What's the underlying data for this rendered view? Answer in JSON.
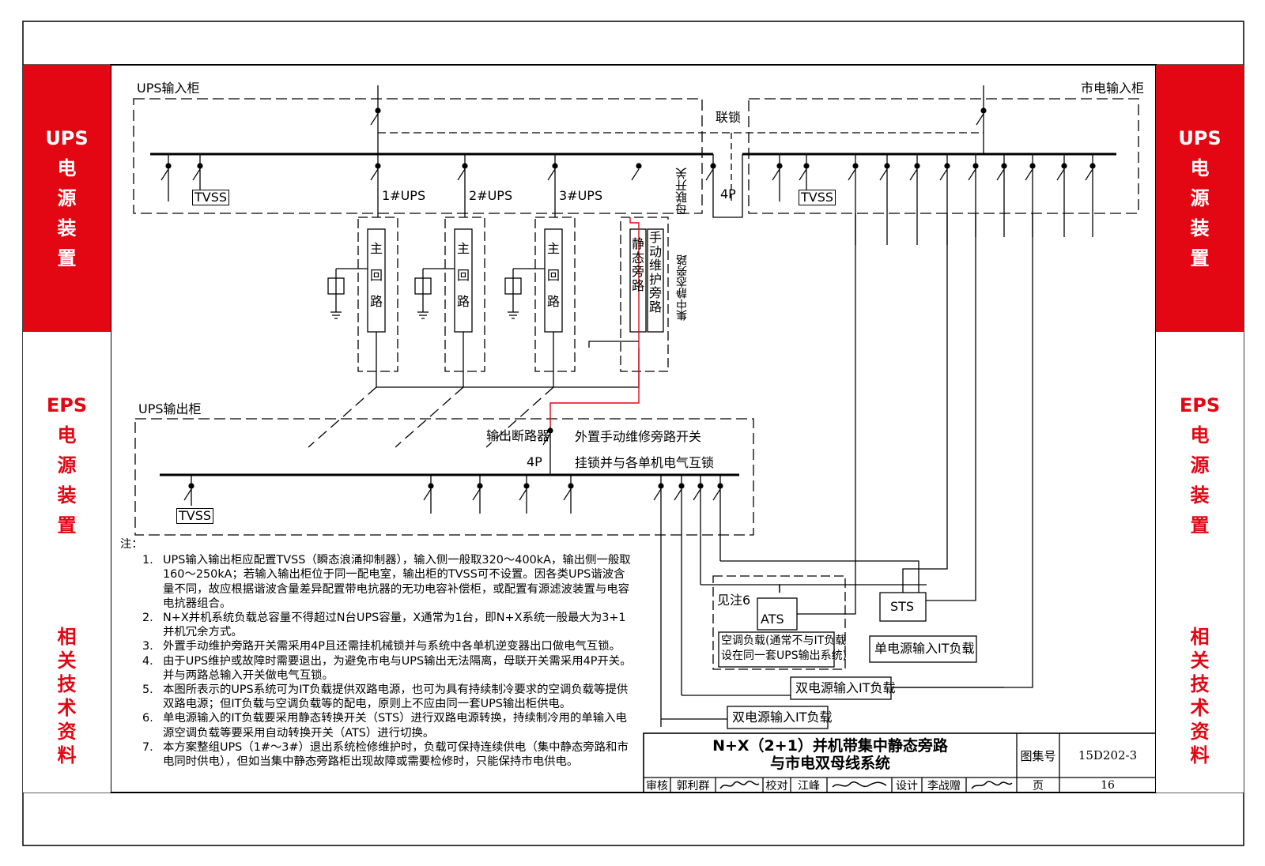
{
  "sidebar_left": [
    {
      "label": "UPS",
      "chars": [
        "电",
        "源",
        "装",
        "置"
      ],
      "style": "red"
    },
    {
      "label": "EPS",
      "chars": [
        "电",
        "源",
        "装",
        "置"
      ],
      "style": "white"
    },
    {
      "label": "",
      "chars": [
        "相",
        "关",
        "技",
        "术",
        "资",
        "料"
      ],
      "style": "white"
    }
  ],
  "sidebar_right": [
    {
      "label": "UPS",
      "chars": [
        "电",
        "源",
        "装",
        "置"
      ],
      "style": "red"
    },
    {
      "label": "EPS",
      "chars": [
        "电",
        "源",
        "装",
        "置"
      ],
      "style": "white"
    },
    {
      "label": "",
      "chars": [
        "相",
        "关",
        "技",
        "术",
        "资",
        "料"
      ],
      "style": "white"
    }
  ],
  "diagram": {
    "ups_input_cabinet": "UPS输入柜",
    "mains_input_cabinet": "市电输入柜",
    "interlock": "联锁",
    "bus_tie_switch": "母联开关",
    "four_pole": "4P",
    "tvss": "TVSS",
    "ups_units": [
      "1#UPS",
      "2#UPS",
      "3#UPS"
    ],
    "main_loop": [
      "主",
      "回",
      "路"
    ],
    "static_bypass": [
      "静",
      "态",
      "旁",
      "路"
    ],
    "manual_bypass": [
      "手",
      "动",
      "维",
      "护",
      "旁",
      "路"
    ],
    "central_static_bypass": "集中静态旁路",
    "ups_output_cabinet": "UPS输出柜",
    "output_breaker": "输出断路器",
    "external_manual_bypass_switch": "外置手动维修旁路开关",
    "four_pole_out": "4P",
    "interlock_note": "挂锁并与各单机电气互锁",
    "see_note_6": "见注6",
    "ats": "ATS",
    "sts": "STS",
    "ac_load_line1": "空调负载(通常不与IT负载",
    "ac_load_line2": "设在同一套UPS输出系统)",
    "single_source_it": "单电源输入IT负载",
    "dual_source_it_1": "双电源输入IT负载",
    "dual_source_it_2": "双电源输入IT负载"
  },
  "notes": {
    "head": "注：",
    "items": [
      {
        "num": "1.",
        "text": "UPS输入输出柜应配置TVSS（瞬态浪涌抑制器），输入侧一般取320～400kA，输出侧一般取160～250kA；若输入输出柜位于同一配电室，输出柜的TVSS可不设置。因各类UPS谐波含量不同，故应根据谐波含量差异配置带电抗器的无功电容补偿柜，或配置有源滤波装置与电容电抗器组合。"
      },
      {
        "num": "2.",
        "text": "N+X并机系统负载总容量不得超过N台UPS容量，X通常为1台，即N+X系统一般最大为3+1并机冗余方式。"
      },
      {
        "num": "3.",
        "text": "外置手动维护旁路开关需采用4P且还需挂机械锁并与系统中各单机逆变器出口做电气互锁。"
      },
      {
        "num": "4.",
        "text": "由于UPS维护或故障时需要退出，为避免市电与UPS输出无法隔离，母联开关需采用4P开关。并与两路总输入开关做电气互锁。"
      },
      {
        "num": "5.",
        "text": "本图所表示的UPS系统可为IT负载提供双路电源，也可为具有持续制冷要求的空调负载等提供双路电源；但IT负载与空调负载等的配电，原则上不应由同一套UPS输出柜供电。"
      },
      {
        "num": "6.",
        "text": "单电源输入的IT负载要采用静态转换开关（STS）进行双路电源转换，持续制冷用的单输入电源空调负载等要采用自动转换开关（ATS）进行切换。"
      },
      {
        "num": "7.",
        "text": "本方案整组UPS（1#～3#）退出系统检修维护时，负载可保持连续供电（集中静态旁路和市电同时供电），但如当集中静态旁路柜出现故障或需要检修时，只能保持市电供电。"
      }
    ]
  },
  "title_block": {
    "title_line1": "N+X（2+1）并机带集中静态旁路",
    "title_line2": "与市电双母线系统",
    "atlas_label": "图集号",
    "atlas_no": "15D202-3",
    "review_label": "审核",
    "reviewer": "郭利群",
    "check_label": "校对",
    "checker": "江峰",
    "design_label": "设计",
    "designer": "李战赠",
    "page_label": "页",
    "page_no": "16"
  },
  "colors": {
    "accent_red": "#e30613",
    "line": "#000000",
    "bypass_wire": "#e30613"
  }
}
